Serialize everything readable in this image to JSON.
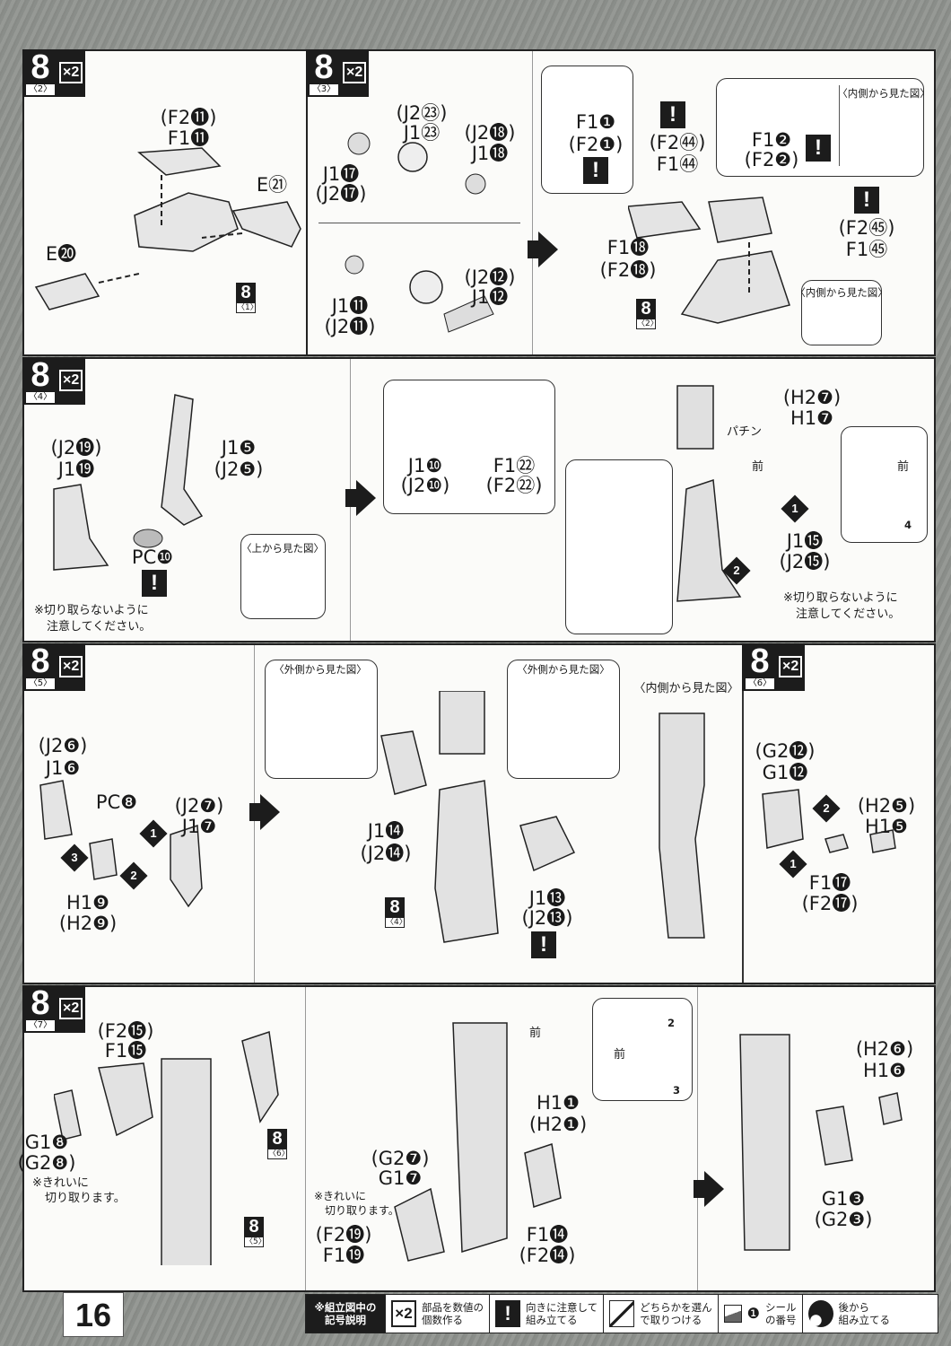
{
  "page_number": "16",
  "steps": {
    "s2": {
      "num": "8",
      "sub": "〈2〉",
      "mult": "×2"
    },
    "s3": {
      "num": "8",
      "sub": "〈3〉",
      "mult": "×2"
    },
    "s4": {
      "num": "8",
      "sub": "〈4〉",
      "mult": "×2"
    },
    "s5": {
      "num": "8",
      "sub": "〈5〉",
      "mult": "×2"
    },
    "s6": {
      "num": "8",
      "sub": "〈6〉",
      "mult": "×2"
    },
    "s7": {
      "num": "8",
      "sub": "〈7〉",
      "mult": "×2"
    }
  },
  "refs": {
    "r1": {
      "num": "8",
      "sub": "〈1〉"
    },
    "r2": {
      "num": "8",
      "sub": "〈2〉"
    },
    "r4": {
      "num": "8",
      "sub": "〈4〉"
    },
    "r5": {
      "num": "8",
      "sub": "〈5〉"
    },
    "r6": {
      "num": "8",
      "sub": "〈6〉"
    }
  },
  "labels": {
    "p2": [
      "(F2⓫)",
      "F1⓫",
      "E㉑",
      "E⓴"
    ],
    "p3": [
      "(J2㉓)",
      "J1㉓",
      "(J2⓲)",
      "J1⓲",
      "J1⓱",
      "(J2⓱)",
      "(J2⓬)",
      "J1⓬",
      "J1⓫",
      "(J2⓫)"
    ],
    "p3b": [
      "F1❶",
      "(F2❶)",
      "(F2㊹)",
      "F1㊹",
      "F1❷",
      "(F2❷)",
      "(F2㊺)",
      "F1㊺",
      "F1⓲",
      "(F2⓲)"
    ],
    "p4": [
      "(J2⓳)",
      "J1⓳",
      "J1❺",
      "(J2❺)",
      "PC❿",
      "J1❿",
      "(J2❿)",
      "F1㉒",
      "(F2㉒)",
      "(H2❼)",
      "H1❼",
      "J1⓯",
      "(J2⓯)"
    ],
    "p5": [
      "(J2❻)",
      "J1❻",
      "PC❽",
      "(J2❼)",
      "J1❼",
      "H1❾",
      "(H2❾)",
      "J1⓮",
      "(J2⓮)",
      "J1⓭",
      "(J2⓭)"
    ],
    "p6": [
      "(G2⓬)",
      "G1⓬",
      "(H2❺)",
      "H1❺",
      "F1⓱",
      "(F2⓱)"
    ],
    "p7": [
      "(F2⓯)",
      "F1⓯",
      "G1❽",
      "(G2❽)",
      "H1❶",
      "(H2❶)",
      "(G2❼)",
      "G1❼",
      "(F2⓳)",
      "F1⓳",
      "F1⓮",
      "(F2⓮)",
      "(H2❻)",
      "H1❻",
      "G1❸",
      "(G2❸)"
    ]
  },
  "notes": {
    "inside_view": "〈内側から見た図〉",
    "outside_view": "〈外側から見た図〉",
    "top_view": "〈上から見た図〉",
    "dont_cut_1": "※切り取らないように",
    "dont_cut_2": "注意してください。",
    "cut_clean_1": "※きれいに",
    "cut_clean_2": "切り取ります。",
    "snap": "パチン",
    "front": "前"
  },
  "step_markers": [
    "1",
    "2",
    "3"
  ],
  "sticker_numbers": [
    "4",
    "1",
    "2",
    "3"
  ],
  "legend": {
    "title_1": "※組立図中の",
    "title_2": "記号説明",
    "items": [
      {
        "icon": "x2-icon",
        "symbol": "×2",
        "l1": "部品を数値の",
        "l2": "個数作る"
      },
      {
        "icon": "exclamation-icon",
        "symbol": "!",
        "l1": "向きに注意して",
        "l2": "組み立てる"
      },
      {
        "icon": "choose-either-icon",
        "l1": "どちらかを選ん",
        "l2": "で取りつける"
      },
      {
        "icon": "sticker-icon",
        "symbol": "❶",
        "l1": "シール",
        "l2": "の番号"
      },
      {
        "icon": "assemble-later-icon",
        "l1": "後から",
        "l2": "組み立てる"
      }
    ]
  }
}
